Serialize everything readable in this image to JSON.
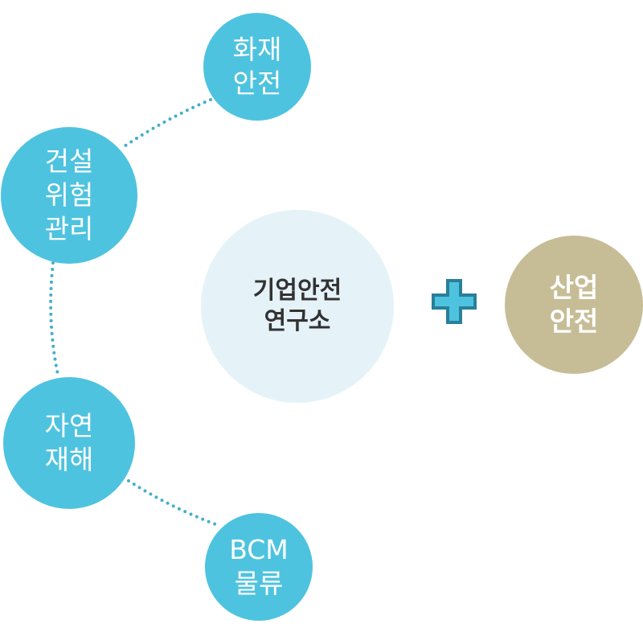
{
  "colors": {
    "node": "#4ec3df",
    "center": "#e5f3f9",
    "industrial": "#c6bd97",
    "plus_fill": "#4ec3df",
    "plus_stroke": "#2a7f99",
    "dots": "#45aecb"
  },
  "nodes": {
    "fire": [
      "화재",
      "안전"
    ],
    "construction": [
      "건설",
      "위험",
      "관리"
    ],
    "disaster": [
      "자연",
      "재해"
    ],
    "bcm": [
      "BCM",
      "물류"
    ]
  },
  "center": [
    "기업안전",
    "연구소"
  ],
  "industrial": [
    "산업",
    "안전"
  ],
  "plus_icon": "plus-icon"
}
